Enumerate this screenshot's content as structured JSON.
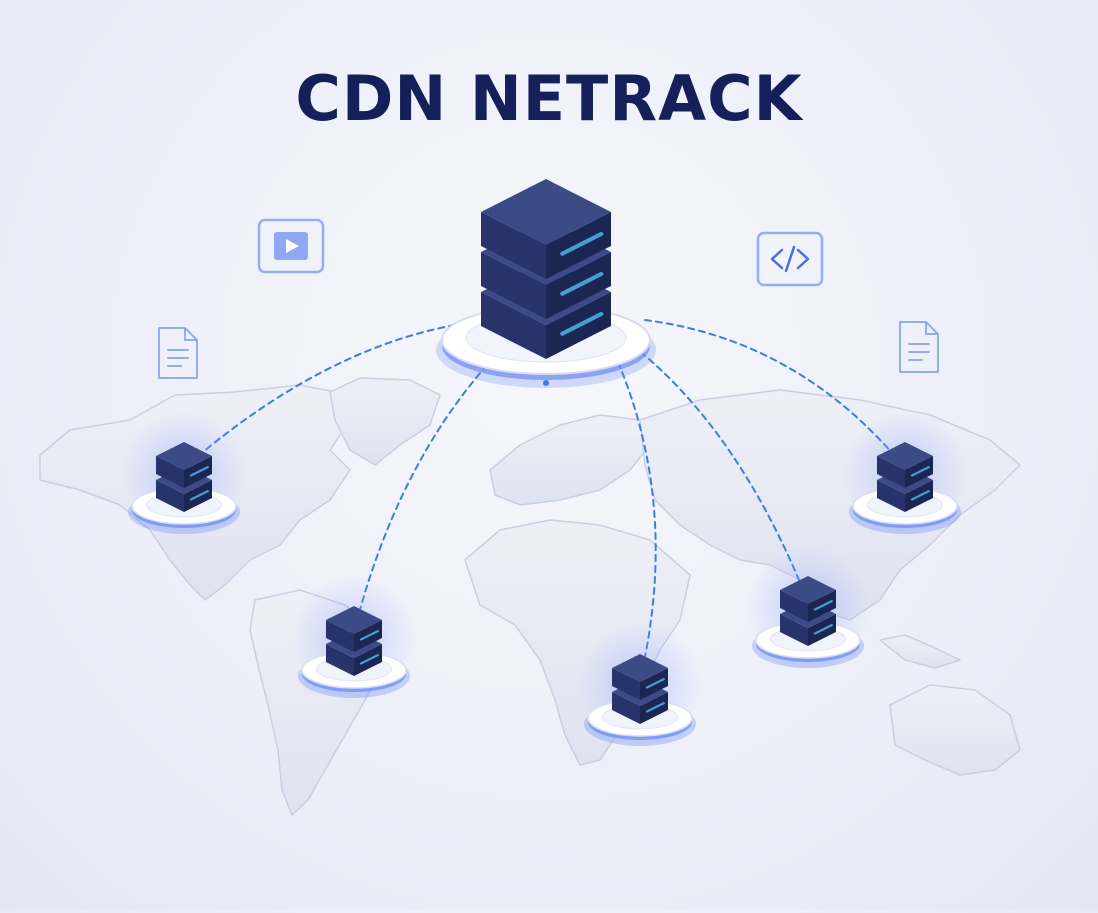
{
  "header": {
    "title": "CDN NETRACK"
  },
  "colors": {
    "title": "#15205a",
    "server_top": "#3c4a86",
    "server_left": "#27336a",
    "server_right": "#1c2653",
    "server_light": "#4fb3e8",
    "link": "#3f7be0",
    "glow": "#6c8cf5",
    "ring": "#ffffff",
    "land": "#e4e7f2",
    "land_edge": "#c9cfe2",
    "icon": "#7f9bf0"
  },
  "origin": {
    "icon": "server-stack-icon"
  },
  "edge_nodes": [
    {
      "id": "north-america",
      "icon": "server-icon"
    },
    {
      "id": "south-america",
      "icon": "server-icon"
    },
    {
      "id": "africa",
      "icon": "server-icon"
    },
    {
      "id": "south-asia",
      "icon": "server-icon"
    },
    {
      "id": "east-asia",
      "icon": "server-icon"
    }
  ],
  "content_icons": [
    {
      "id": "video",
      "icon": "play-video-icon"
    },
    {
      "id": "code",
      "icon": "code-brackets-icon"
    },
    {
      "id": "document-left",
      "icon": "document-icon"
    },
    {
      "id": "document-right",
      "icon": "document-icon"
    }
  ]
}
